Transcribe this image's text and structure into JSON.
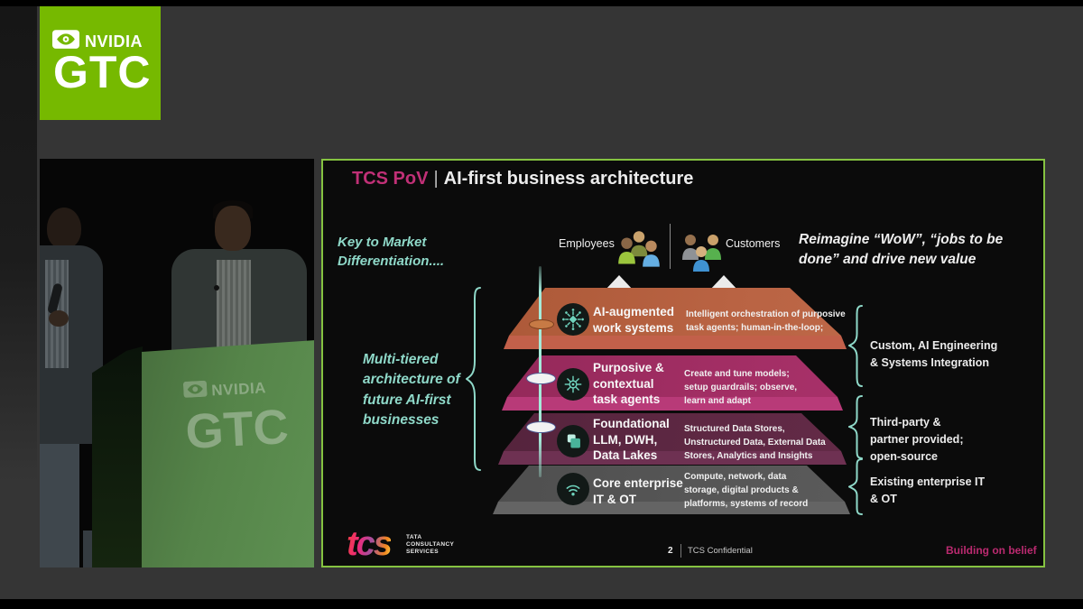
{
  "colors": {
    "nvidia_green": "#76b900",
    "slide_border_green": "#85c341",
    "tcs_title_pink": "#c13077",
    "teal_accent": "#8fd9c9",
    "tier_orange": "#b96343",
    "tier_magenta": "#a22e64",
    "tier_plum": "#5e2843",
    "tier_grey": "#565656",
    "tagline_pink": "#bb2a70"
  },
  "branding": {
    "nvidia_label": "NVIDIA",
    "gtc_label": "GTC",
    "eye_icon": "nvidia-eye-icon"
  },
  "video": {
    "podium_nvidia_label": "NVIDIA",
    "podium_gtc_label": "GTC"
  },
  "slide": {
    "title": {
      "prefix": "TCS PoV",
      "divider": "|",
      "rest": "AI-first business architecture"
    },
    "left_top_note": "Key to Market\nDifferentiation....",
    "right_top_note": "Reimagine “WoW”, “jobs to be\ndone” and drive new value",
    "audience": {
      "employees": "Employees",
      "customers": "Customers",
      "employees_icon": "employees-group-icon",
      "customers_icon": "customers-group-icon"
    },
    "left_annotation": "Multi-tiered\narchitecture of\nfuture AI-first\nbusinesses",
    "tiers": [
      {
        "name": "AI-augmented\nwork systems",
        "desc": "Intelligent orchestration of purposive\ntask agents; human-in-the-loop;",
        "icon": "hub-spoke-icon",
        "color": "#b96343"
      },
      {
        "name": "Purposive &\ncontextual\ntask agents",
        "desc": "Create and tune models;\nsetup guardrails; observe,\nlearn and adapt",
        "icon": "agent-burst-icon",
        "color": "#a22e64"
      },
      {
        "name": "Foundational\nLLM, DWH,\nData Lakes",
        "desc": "Structured Data Stores,\nUnstructured Data, External Data\nStores, Analytics and Insights",
        "icon": "data-blocks-icon",
        "color": "#5e2843"
      },
      {
        "name": "Core enterprise\nIT & OT",
        "desc": "Compute, network, data\nstorage, digital products &\nplatforms, systems of record",
        "icon": "signal-rings-icon",
        "color": "#565656"
      }
    ],
    "right_annotations": [
      "Custom, AI Engineering\n& Systems Integration",
      "Third-party &\npartner provided;\nopen-source",
      "Existing enterprise IT\n& OT"
    ],
    "footer": {
      "tcs_logo": "tcs",
      "tata_lines": "TATA\nCONSULTANCY\nSERVICES",
      "page_number": "2",
      "confidential": "TCS Confidential",
      "tagline": "Building on belief"
    }
  }
}
